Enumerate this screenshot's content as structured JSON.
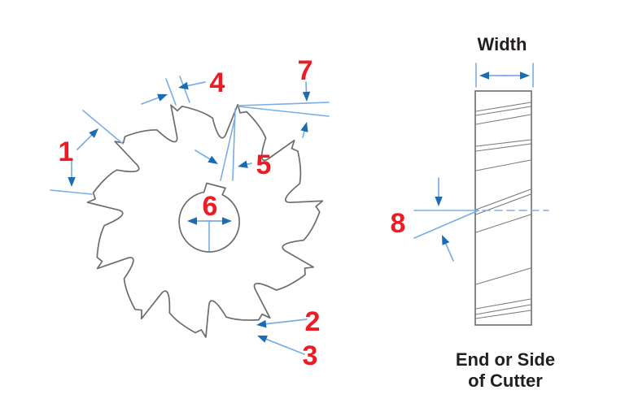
{
  "callouts": [
    {
      "number": "1"
    },
    {
      "number": "2"
    },
    {
      "number": "3"
    },
    {
      "number": "4"
    },
    {
      "number": "5"
    },
    {
      "number": "6"
    },
    {
      "number": "7"
    },
    {
      "number": "8"
    }
  ],
  "side_view": {
    "width_label": "Width",
    "caption": [
      "End or Side",
      "of Cutter"
    ]
  },
  "colors": {
    "outline_gray": "#6b6c6e",
    "detail_gray": "#7b7c7e",
    "leader_light_blue": "#79ade4",
    "arrow_dark_blue": "#1c6cb4",
    "label_red": "#ed1c24",
    "text_black": "#231f20",
    "background": "#ffffff"
  }
}
